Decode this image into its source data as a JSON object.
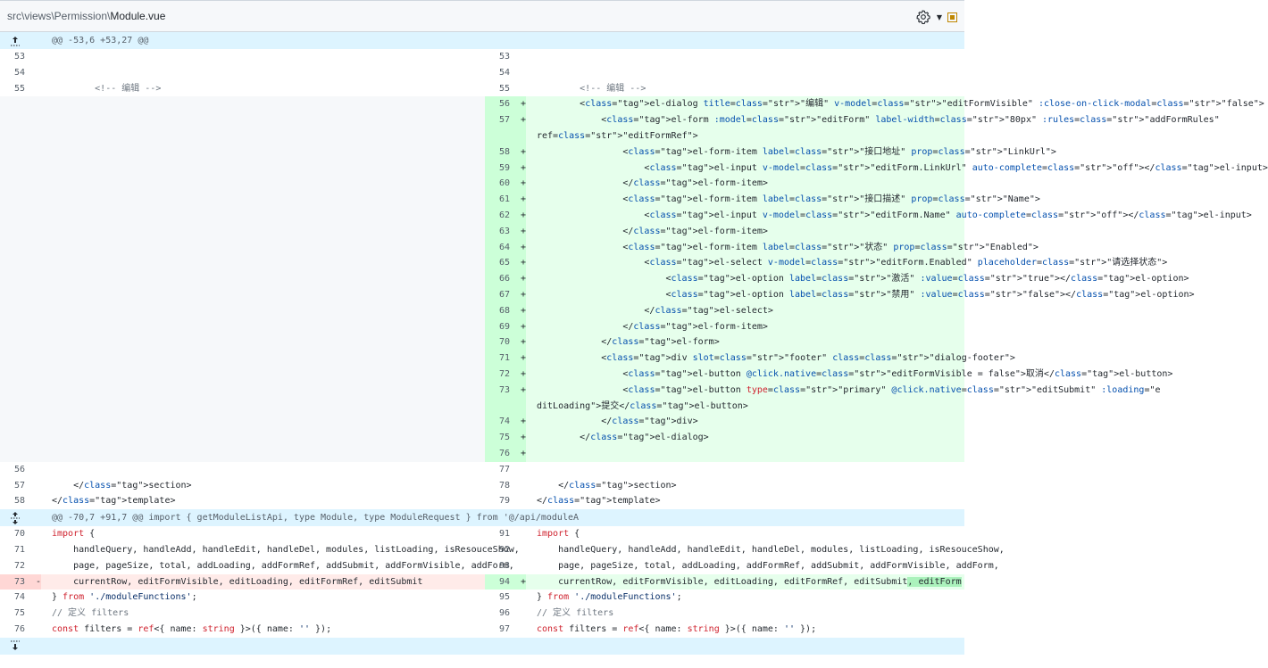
{
  "file_header": {
    "path_prefix": "src\\views\\Permission\\",
    "filename": "Module.vue",
    "settings_icon": "gear-icon",
    "view_icon": "square-dot-icon"
  },
  "hunks": [
    {
      "header": "@@ -53,6 +53,27 @@",
      "icon": "expand-up-icon"
    },
    {
      "header": "@@ -70,7 +91,7 @@ import { getModuleListApi, type Module, type ModuleRequest } from '@/api/moduleA",
      "icon": "expand-both-icon"
    },
    {
      "header": "",
      "icon": "expand-down-icon"
    }
  ],
  "rows": [
    {
      "type": "hunk",
      "hunk": 0
    },
    {
      "l": "53",
      "r": "53",
      "code": ""
    },
    {
      "l": "54",
      "r": "54",
      "code": ""
    },
    {
      "l": "55",
      "r": "55",
      "code": "        <!-- 编辑 -->"
    },
    {
      "type": "add",
      "r": "56",
      "code": "        <el-dialog title=\"编辑\" v-model=\"editFormVisible\" :close-on-click-modal=\"false\">"
    },
    {
      "type": "add",
      "r": "57",
      "code": "            <el-form :model=\"editForm\" label-width=\"80px\" :rules=\"addFormRules\" ref=\"editFormRef\">",
      "tall": true
    },
    {
      "type": "add",
      "r": "58",
      "code": "                <el-form-item label=\"接口地址\" prop=\"LinkUrl\">"
    },
    {
      "type": "add",
      "r": "59",
      "code": "                    <el-input v-model=\"editForm.LinkUrl\" auto-complete=\"off\"></el-input>"
    },
    {
      "type": "add",
      "r": "60",
      "code": "                </el-form-item>"
    },
    {
      "type": "add",
      "r": "61",
      "code": "                <el-form-item label=\"接口描述\" prop=\"Name\">"
    },
    {
      "type": "add",
      "r": "62",
      "code": "                    <el-input v-model=\"editForm.Name\" auto-complete=\"off\"></el-input>"
    },
    {
      "type": "add",
      "r": "63",
      "code": "                </el-form-item>"
    },
    {
      "type": "add",
      "r": "64",
      "code": "                <el-form-item label=\"状态\" prop=\"Enabled\">"
    },
    {
      "type": "add",
      "r": "65",
      "code": "                    <el-select v-model=\"editForm.Enabled\" placeholder=\"请选择状态\">"
    },
    {
      "type": "add",
      "r": "66",
      "code": "                        <el-option label=\"激活\" :value=\"true\"></el-option>"
    },
    {
      "type": "add",
      "r": "67",
      "code": "                        <el-option label=\"禁用\" :value=\"false\"></el-option>"
    },
    {
      "type": "add",
      "r": "68",
      "code": "                    </el-select>"
    },
    {
      "type": "add",
      "r": "69",
      "code": "                </el-form-item>"
    },
    {
      "type": "add",
      "r": "70",
      "code": "            </el-form>"
    },
    {
      "type": "add",
      "r": "71",
      "code": "            <div slot=\"footer\" class=\"dialog-footer\">"
    },
    {
      "type": "add",
      "r": "72",
      "code": "                <el-button @click.native=\"editFormVisible = false\">取消</el-button>"
    },
    {
      "type": "add",
      "r": "73",
      "code": "                <el-button type=\"primary\" @click.native=\"editSubmit\" :loading=\"editLoading\">提交</el-button>",
      "tall": true
    },
    {
      "type": "add",
      "r": "74",
      "code": "            </div>"
    },
    {
      "type": "add",
      "r": "75",
      "code": "        </el-dialog>"
    },
    {
      "type": "add",
      "r": "76",
      "code": ""
    },
    {
      "l": "56",
      "r": "77",
      "code": ""
    },
    {
      "l": "57",
      "r": "78",
      "code": "    </section>"
    },
    {
      "l": "58",
      "r": "79",
      "code": "</template>"
    },
    {
      "type": "hunk",
      "hunk": 1
    },
    {
      "l": "70",
      "r": "91",
      "code": "import {"
    },
    {
      "l": "71",
      "r": "92",
      "code": "    handleQuery, handleAdd, handleEdit, handleDel, modules, listLoading, isResouceShow,"
    },
    {
      "l": "72",
      "r": "93",
      "code": "    page, pageSize, total, addLoading, addFormRef, addSubmit, addFormVisible, addForm,"
    },
    {
      "type": "change",
      "l": "73",
      "r": "94",
      "lcode": "    currentRow, editFormVisible, editLoading, editFormRef, editSubmit",
      "rcode": "    currentRow, editFormVisible, editLoading, editFormRef, editSubmit",
      "rhl": ", editForm"
    },
    {
      "l": "74",
      "r": "95",
      "code": "} from './moduleFunctions';"
    },
    {
      "l": "75",
      "r": "96",
      "code": "// 定义 filters"
    },
    {
      "l": "76",
      "r": "97",
      "code": "const filters = ref<{ name: string }>({ name: '' });"
    },
    {
      "type": "hunk",
      "hunk": 2
    }
  ]
}
